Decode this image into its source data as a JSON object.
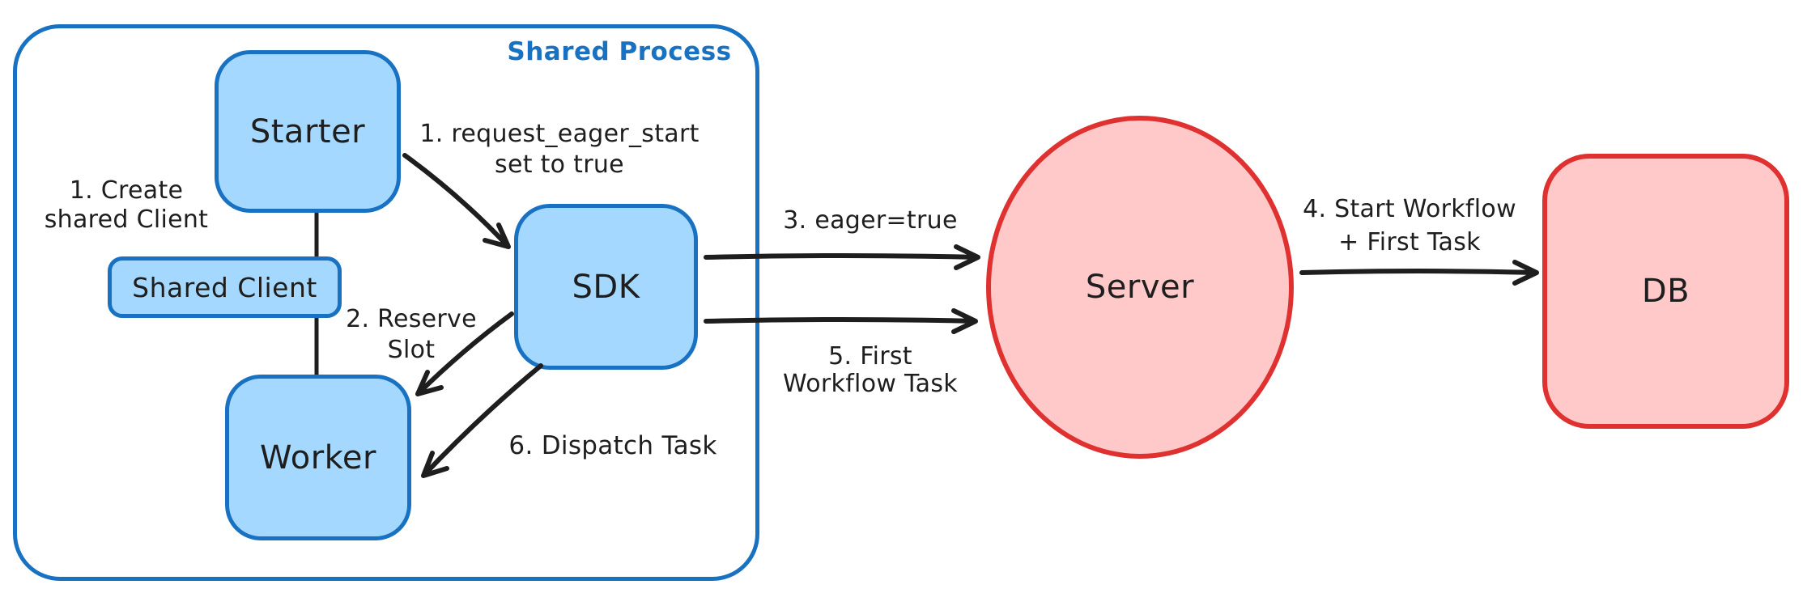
{
  "colors": {
    "blue_stroke": "#1971c2",
    "blue_fill": "#a5d8ff",
    "red_stroke": "#e03131",
    "red_fill": "#ffc9c9",
    "arrow_ink": "#1e1e1e",
    "background": "#ffffff"
  },
  "container": {
    "label": "Shared Process"
  },
  "nodes": {
    "starter": {
      "label": "Starter"
    },
    "shared_client": {
      "label": "Shared Client"
    },
    "worker": {
      "label": "Worker"
    },
    "sdk": {
      "label": "SDK"
    },
    "server": {
      "label": "Server"
    },
    "db": {
      "label": "DB"
    }
  },
  "annotations": {
    "create_shared_client": {
      "line1": "1. Create",
      "line2": "shared Client"
    },
    "request_eager_start": {
      "line1": "1. request_eager_start",
      "line2": "set to true"
    },
    "reserve_slot": {
      "line1": "2. Reserve",
      "line2": "Slot"
    },
    "eager_true": {
      "label": "3. eager=true"
    },
    "start_workflow": {
      "line1": "4. Start Workflow",
      "line2": "+ First Task"
    },
    "first_workflow_task": {
      "line1": "5. First",
      "line2": "Workflow Task"
    },
    "dispatch_task": {
      "label": "6. Dispatch Task"
    }
  }
}
